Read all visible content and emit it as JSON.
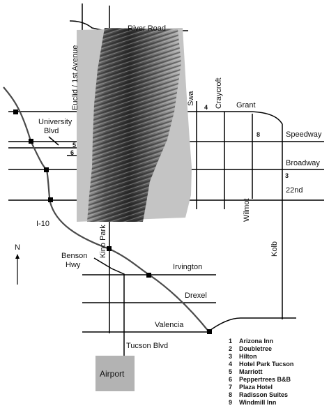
{
  "roads": {
    "river_road": "River Road",
    "euclid": "Euclid / 1st Avenue",
    "university": "University",
    "university_blvd": "Blvd",
    "grant": "Grant",
    "speedway": "Speedway",
    "broadway": "Broadway",
    "twenty_second": "22nd",
    "swan": "Swa",
    "craycroft": "Craycroft",
    "wilmot": "Wilmot",
    "kolb": "Kolb",
    "i10": "I-10",
    "kino": "Kino Park",
    "benson": "Benson",
    "benson_hwy": "Hwy",
    "irvington": "Irvington",
    "drexel": "Drexel",
    "valencia": "Valencia",
    "tucson_blvd": "Tucson Blvd"
  },
  "north_label": "N",
  "airport_label": "Airport",
  "hotel_markers": [
    "5",
    "6",
    "4",
    "8",
    "3"
  ],
  "legend": [
    {
      "num": "1",
      "name": "Arizona Inn"
    },
    {
      "num": "2",
      "name": "Doubletree"
    },
    {
      "num": "3",
      "name": "Hilton"
    },
    {
      "num": "4",
      "name": "Hotel Park Tucson"
    },
    {
      "num": "5",
      "name": "Marriott"
    },
    {
      "num": "6",
      "name": "Peppertrees B&B"
    },
    {
      "num": "7",
      "name": "Plaza Hotel"
    },
    {
      "num": "8",
      "name": "Radisson Suites"
    },
    {
      "num": "9",
      "name": "Windmill Inn"
    }
  ],
  "colors": {
    "road": "#000000",
    "interstate": "#4a4a4a",
    "airport_box": "#b3b3b3",
    "photo_dark": "#3a3a3a",
    "photo_light": "#bdbdbd"
  }
}
